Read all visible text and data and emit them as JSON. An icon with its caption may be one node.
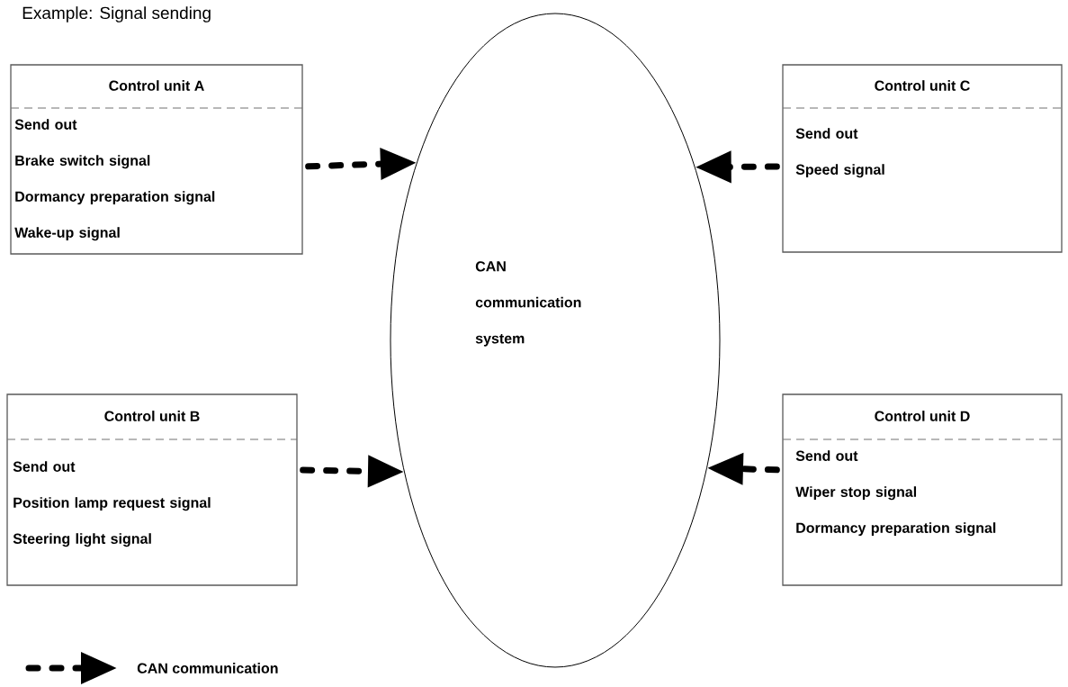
{
  "diagram": {
    "title": "Example: Signal sending",
    "nodes": [
      {
        "text": [
          "Control unit A",
          "Send out",
          "Brake switch signal",
          "Dormancy preparation signal",
          "Wake-up signal"
        ]
      },
      {
        "text": [
          "Control unit C",
          "Send out",
          "Speed signal"
        ]
      },
      {
        "text": [
          "CAN communication system"
        ]
      },
      {
        "text": [
          "Control unit B",
          "Send out",
          "Position lamp request signal",
          "Steering light signal"
        ]
      },
      {
        "text": [
          "Control unit D",
          "Send out",
          "Wiper stop signal",
          "Dormancy preparation signal"
        ]
      }
    ],
    "edges": [
      {
        "from": 0,
        "to": 2,
        "arrow": "to"
      },
      {
        "from": 1,
        "to": 2,
        "arrow": "to"
      },
      {
        "from": 3,
        "to": 2,
        "arrow": "to"
      },
      {
        "from": 4,
        "to": 2,
        "arrow": "to"
      }
    ],
    "legend": [
      {
        "text": "CAN communication"
      }
    ]
  }
}
